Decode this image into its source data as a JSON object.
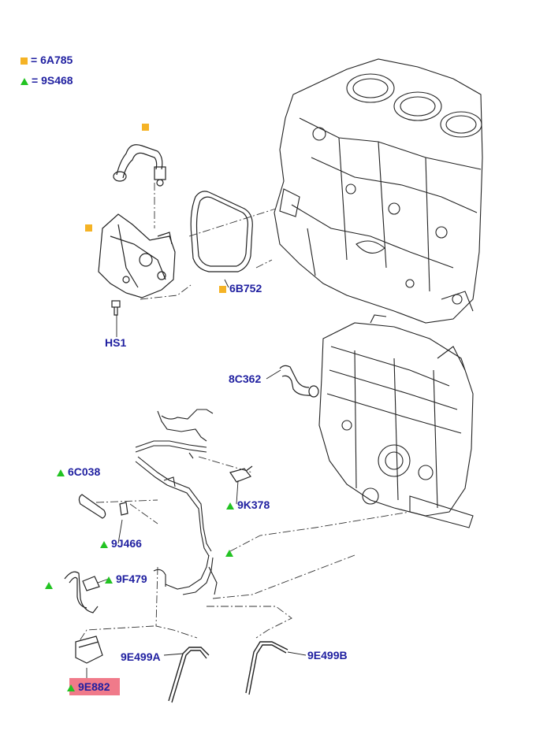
{
  "legend": [
    {
      "symbol": "square",
      "eq": "=",
      "code": "6A785"
    },
    {
      "symbol": "triangle",
      "eq": "=",
      "code": "9S468"
    }
  ],
  "parts": {
    "p6b752": {
      "code": "6B752"
    },
    "hs1": {
      "code": "HS1"
    },
    "p8c362": {
      "code": "8C362"
    },
    "p6c038": {
      "code": "6C038"
    },
    "p9k378": {
      "code": "9K378"
    },
    "p9j466": {
      "code": "9J466"
    },
    "p9f479": {
      "code": "9F479"
    },
    "p9e499a": {
      "code": "9E499A"
    },
    "p9e499b": {
      "code": "9E499B"
    },
    "p9e882": {
      "code": "9E882"
    }
  },
  "colors": {
    "label": "#1f1fa0",
    "square_marker": "#f5b325",
    "triangle_marker": "#22c322",
    "highlight": "#f07a8a"
  }
}
